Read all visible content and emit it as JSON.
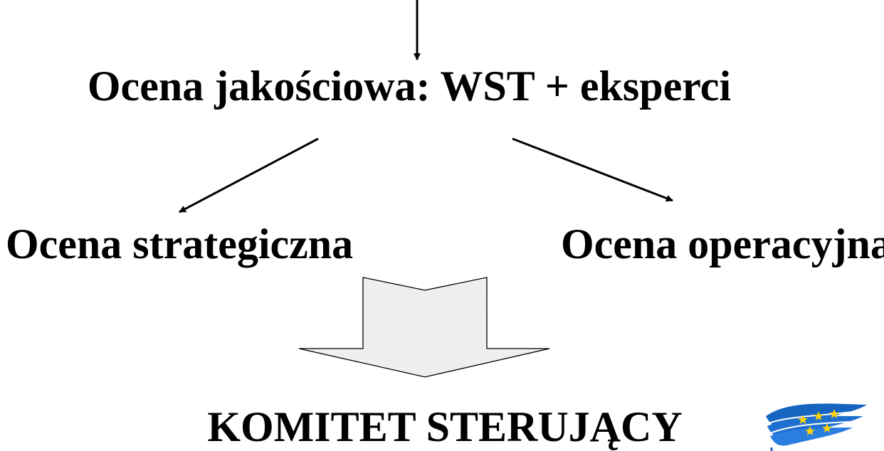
{
  "diagram": {
    "top_node": "Ocena jakościowa: WST + eksperci",
    "left_node": "Ocena strategiczna",
    "right_node": "Ocena operacyjna",
    "bottom_node": "KOMITET STERUJĄCY"
  },
  "colors": {
    "text": "#000000",
    "arrow_line": "#000000",
    "block_arrow_fill": "#eef0f1",
    "logo_blue": "#1565c0",
    "logo_stars": "#ffd400"
  },
  "icons": {
    "logo": "eu-flag-logo"
  }
}
